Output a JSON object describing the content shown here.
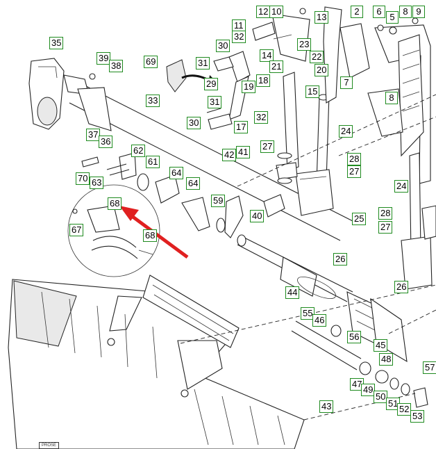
{
  "figure": {
    "corner_note": "PROSE",
    "labels": [
      "35",
      "39",
      "38",
      "37",
      "36",
      "69",
      "33",
      "31",
      "30",
      "29",
      "11",
      "32",
      "12",
      "10",
      "13",
      "2",
      "6",
      "5",
      "8",
      "9",
      "14",
      "23",
      "22",
      "21",
      "20",
      "19",
      "18",
      "15",
      "7",
      "8",
      "32",
      "31",
      "30",
      "17",
      "27",
      "24",
      "62",
      "61",
      "70",
      "63",
      "64",
      "64",
      "59",
      "40",
      "68",
      "67",
      "68",
      "42",
      "41",
      "28",
      "27",
      "24",
      "28",
      "27",
      "25",
      "26",
      "44",
      "26",
      "55",
      "46",
      "56",
      "45",
      "48",
      "47",
      "49",
      "50",
      "51",
      "57",
      "52",
      "53",
      "43"
    ]
  }
}
